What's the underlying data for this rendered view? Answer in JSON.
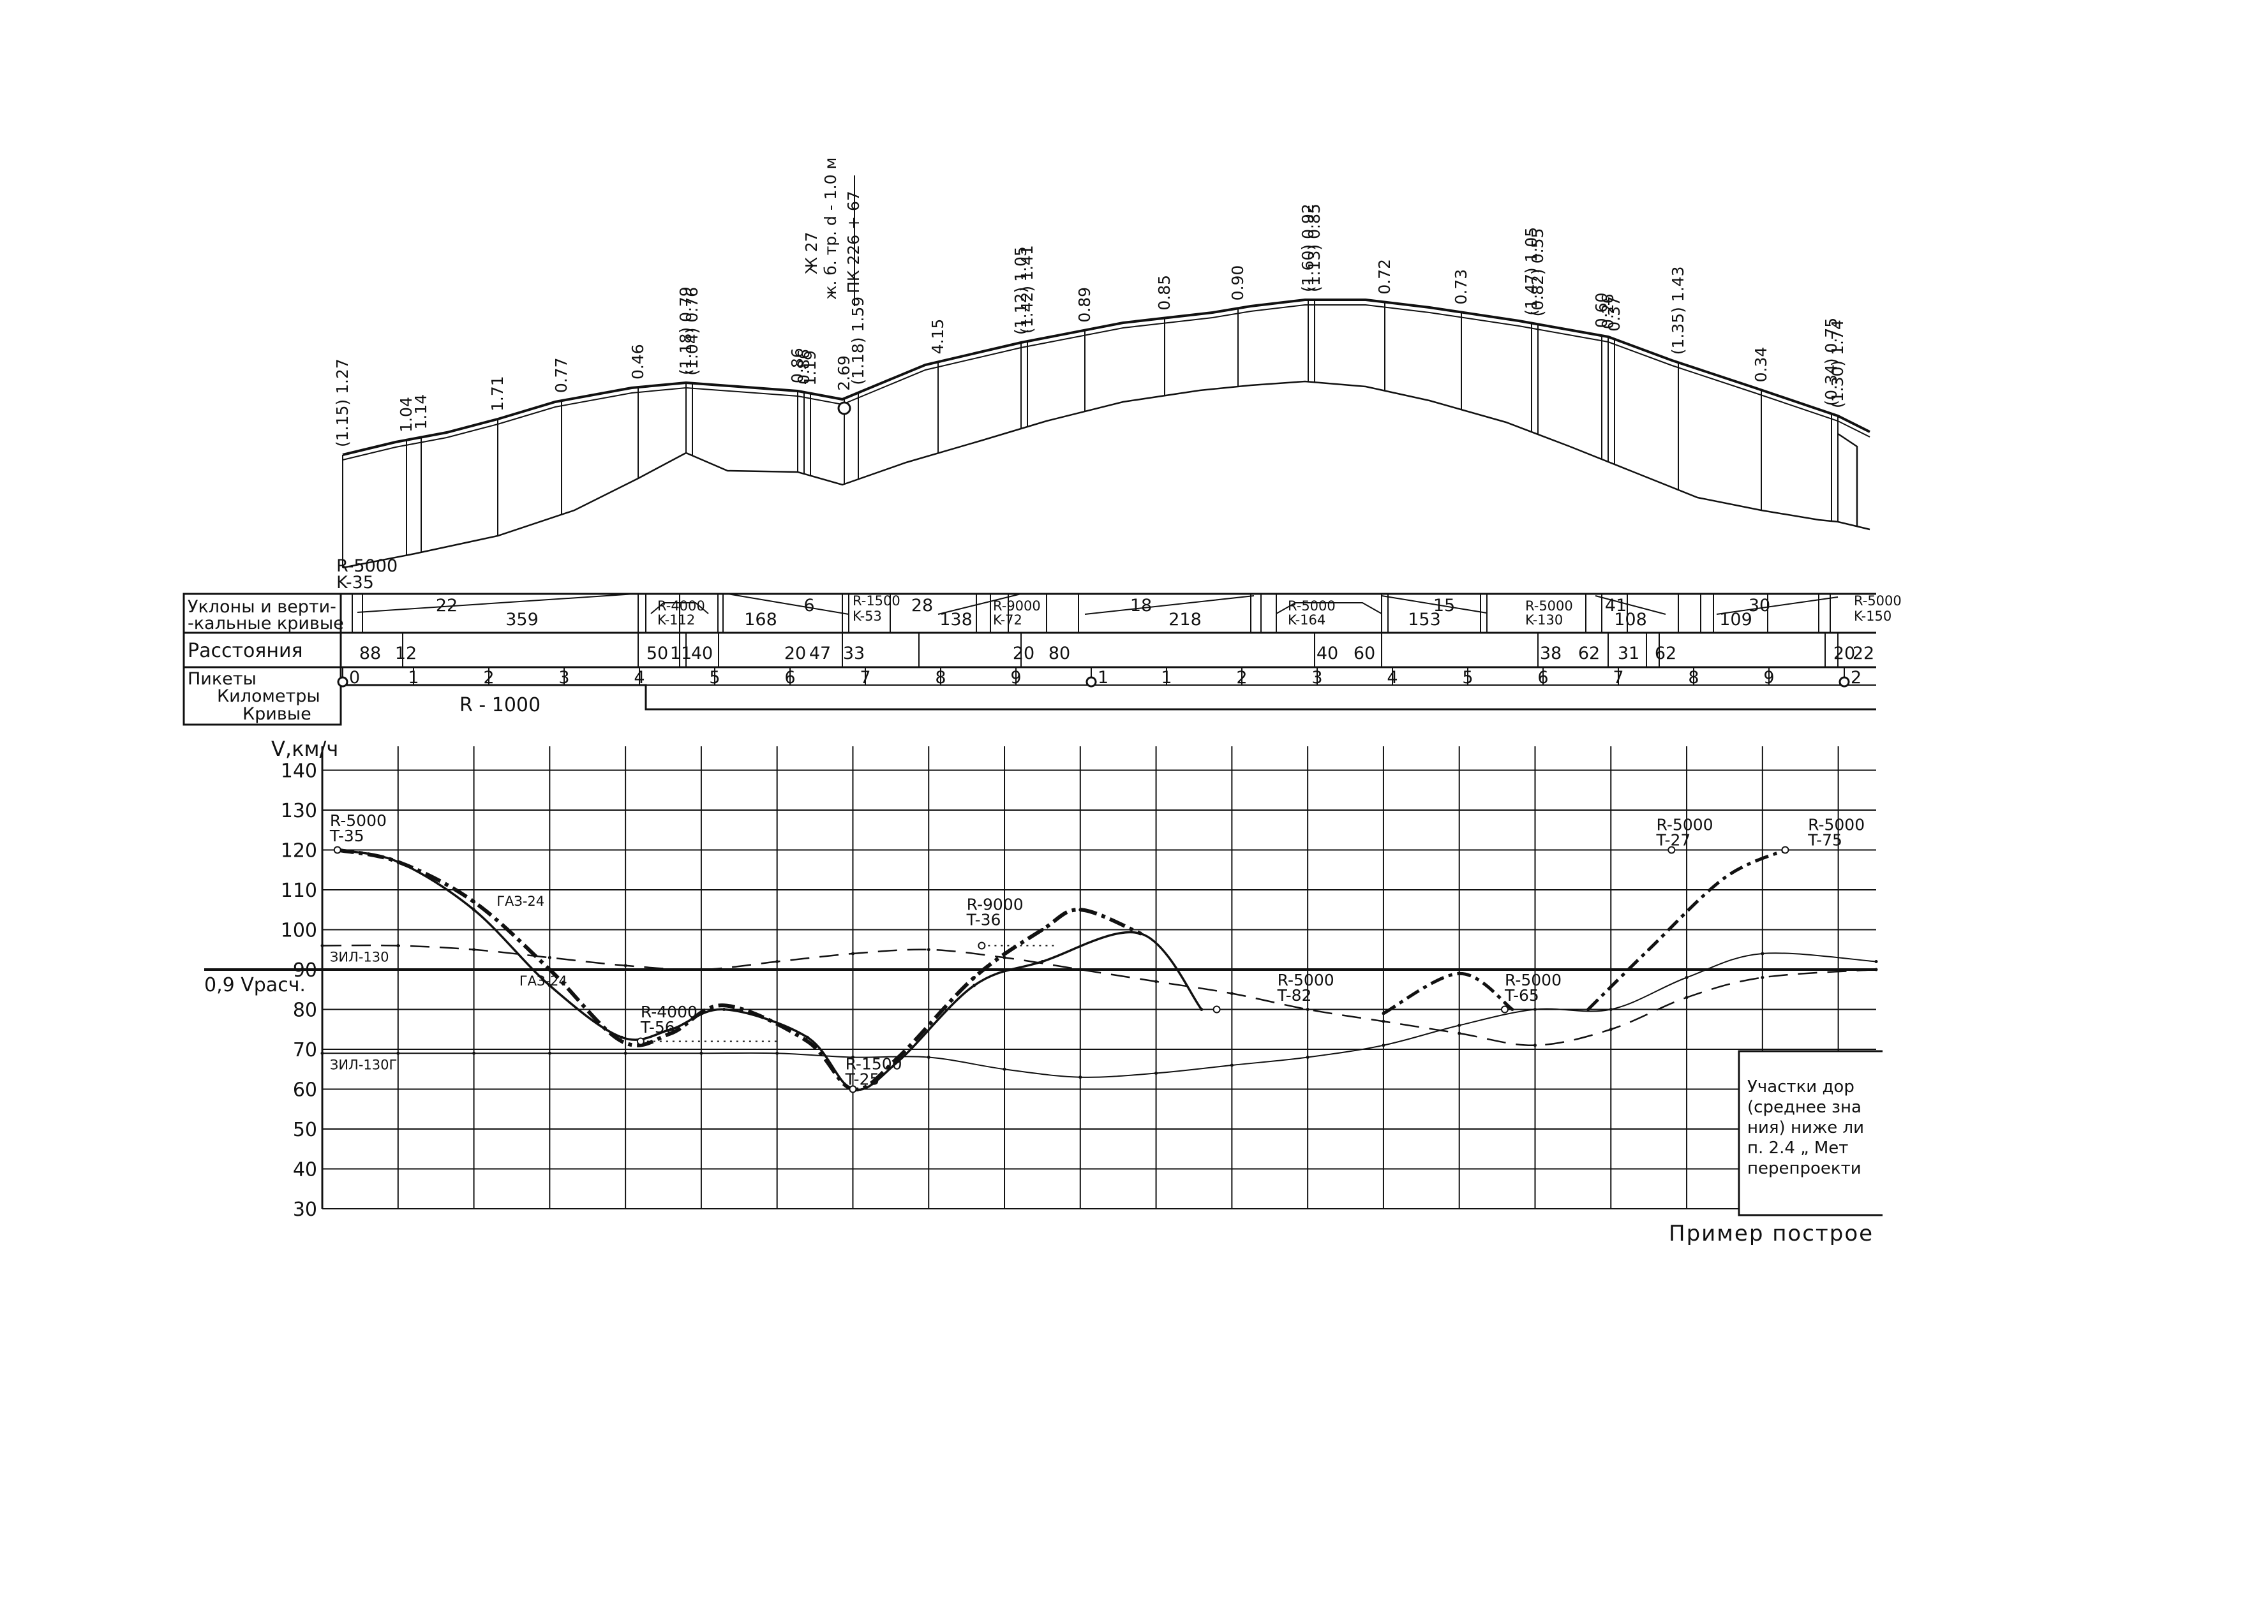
{
  "profile": {
    "bridge_note": [
      "Ж 27",
      "ж. б. тр. d - 1.0 м",
      "ПК 226 + 67"
    ],
    "ordinates": [
      "(1.15) 1.27",
      "1.04",
      "1.14",
      "1.71",
      "0.77",
      "0.46",
      "(1.18) 0.79",
      "(1.04) 0.76",
      "0.86",
      "0.86",
      "1.19",
      "2.69",
      "(1.18) 1.59",
      "4.15",
      "(1.12) 1.05",
      "(1.42) 1.41",
      "0.89",
      "0.85",
      "0.90",
      "(1.60) 0.92",
      "(1.13) 0.85",
      "0.72",
      "0.73",
      "(1.47) 1.05",
      "(0.82) 0.55",
      "0.60",
      "0.26",
      "0.37",
      "(1.35) 1.43",
      "0.34",
      "(0.34) 0.75",
      "(1.30) 1.74"
    ]
  },
  "bands": {
    "top_curve_note": [
      "R-5000",
      "K-35"
    ],
    "row_labels": {
      "grades": [
        "Уклоны и верти-",
        "-кальные кривые"
      ],
      "distances": "Расстояния",
      "pickets": "Пикеты",
      "kilometers": "Километры",
      "curves": "Кривые"
    },
    "grade_values": [
      "22",
      "359",
      "6",
      "168",
      "28",
      "138",
      "18",
      "218",
      "15",
      "153",
      "41",
      "108",
      "30",
      "109"
    ],
    "vertical_curves": [
      "R-4000",
      "K-112",
      "R-1500",
      "K-53",
      "R-9000",
      "K-72",
      "R-5000",
      "K-164",
      "R-5000",
      "K-130",
      "R-5000",
      "K-150"
    ],
    "distance_values": [
      "88",
      "12",
      "50",
      "11",
      "40",
      "20",
      "47",
      "33",
      "20",
      "80",
      "40",
      "60",
      "38",
      "62",
      "31",
      "62",
      "20",
      "22"
    ],
    "picket_labels": [
      "0",
      "1",
      "2",
      "3",
      "4",
      "5",
      "6",
      "7",
      "8",
      "9",
      "1",
      "1",
      "2",
      "3",
      "4",
      "5",
      "6",
      "7",
      "8",
      "9",
      "2"
    ],
    "plan_curve": "R - 1000"
  },
  "chart_data": {
    "type": "line",
    "ylabel": "V,км/ч",
    "ylim": [
      30,
      140
    ],
    "yticks": [
      140,
      130,
      120,
      110,
      100,
      90,
      80,
      70,
      60,
      50,
      40,
      30
    ],
    "x_unit": "picket",
    "xlim": [
      0,
      20.5
    ],
    "reference_line": {
      "label": "0,9 Vрасч.",
      "y": 90
    },
    "series": [
      {
        "name": "ГАЗ-24",
        "style": "bold dash-dot",
        "x": [
          0.2,
          1,
          2,
          3,
          3.95,
          4.6,
          5.3,
          6.4,
          7,
          7.6,
          8.6,
          9.5,
          10,
          10.8
        ],
        "y": [
          120,
          117,
          107,
          90,
          72,
          74,
          81,
          72,
          60,
          68,
          88,
          100,
          105,
          99
        ]
      },
      {
        "name": "ГАЗ-24",
        "style": "solid",
        "x": [
          0.2,
          1,
          2,
          3,
          3.95,
          4.6,
          5.3,
          6.4,
          7,
          7.6,
          8.6,
          9.5,
          10.8,
          11.6
        ],
        "y": [
          120,
          117,
          105,
          86,
          73,
          75,
          80,
          73,
          60,
          67,
          86,
          92,
          99,
          80
        ]
      },
      {
        "name": "",
        "style": "dash-dot",
        "x": [
          14,
          15,
          15.7
        ],
        "y": [
          79,
          89,
          80
        ]
      },
      {
        "name": "",
        "style": "dash-dot",
        "x": [
          16.7,
          17.5,
          18.5,
          19.3
        ],
        "y": [
          80,
          95,
          113,
          120
        ]
      },
      {
        "name": "ЗИЛ-130",
        "style": "long dash",
        "x": [
          0,
          1,
          2,
          3,
          4,
          5,
          6,
          7,
          8,
          9,
          10,
          11,
          12,
          13,
          14,
          15,
          16,
          17,
          18,
          19,
          20.5
        ],
        "y": [
          96,
          96,
          95,
          93,
          91,
          90,
          92,
          94,
          95,
          93,
          90,
          87,
          84,
          80,
          77,
          74,
          71,
          75,
          83,
          88,
          90
        ]
      },
      {
        "name": "ЗИЛ-130Г",
        "style": "thin solid",
        "x": [
          0,
          1,
          2,
          3,
          4,
          5,
          6,
          7,
          8,
          9,
          10,
          11,
          12,
          13,
          14,
          15,
          16,
          17,
          18,
          19,
          20.5
        ],
        "y": [
          69,
          69,
          69,
          69,
          69,
          69,
          69,
          68,
          68,
          65,
          63,
          64,
          66,
          68,
          71,
          76,
          80,
          80,
          88,
          94,
          92
        ]
      }
    ],
    "annotations": [
      {
        "text": [
          "R-5000",
          "T-35"
        ],
        "x": 0.1,
        "y": 126
      },
      {
        "text": [
          "R-4000",
          "T-56"
        ],
        "x": 4.2,
        "y": 78
      },
      {
        "text": [
          "R-1500",
          "T-25"
        ],
        "x": 6.9,
        "y": 65
      },
      {
        "text": [
          "R-9000",
          "T-36"
        ],
        "x": 8.5,
        "y": 105
      },
      {
        "text": [
          "R-5000",
          "T-82"
        ],
        "x": 12.6,
        "y": 86
      },
      {
        "text": [
          "R-5000",
          "T-65"
        ],
        "x": 15.6,
        "y": 86
      },
      {
        "text": [
          "R-5000",
          "T-27"
        ],
        "x": 17.6,
        "y": 125
      },
      {
        "text": [
          "R-5000",
          "T-75"
        ],
        "x": 19.6,
        "y": 125
      }
    ],
    "series_labels": [
      {
        "text": "ГАЗ-24",
        "x": 2.3,
        "y": 106
      },
      {
        "text": "ГАЗ-24",
        "x": 2.6,
        "y": 86
      },
      {
        "text": "ЗИЛ-130",
        "x": 0.1,
        "y": 92
      },
      {
        "text": "ЗИЛ-130Г",
        "x": 0.1,
        "y": 65
      }
    ]
  },
  "legend_box": [
    "Участки дор",
    "(среднее зна",
    "ния) ниже ли",
    "п. 2.4 „ Мет",
    "перепроекти"
  ],
  "caption": "Пример построе"
}
